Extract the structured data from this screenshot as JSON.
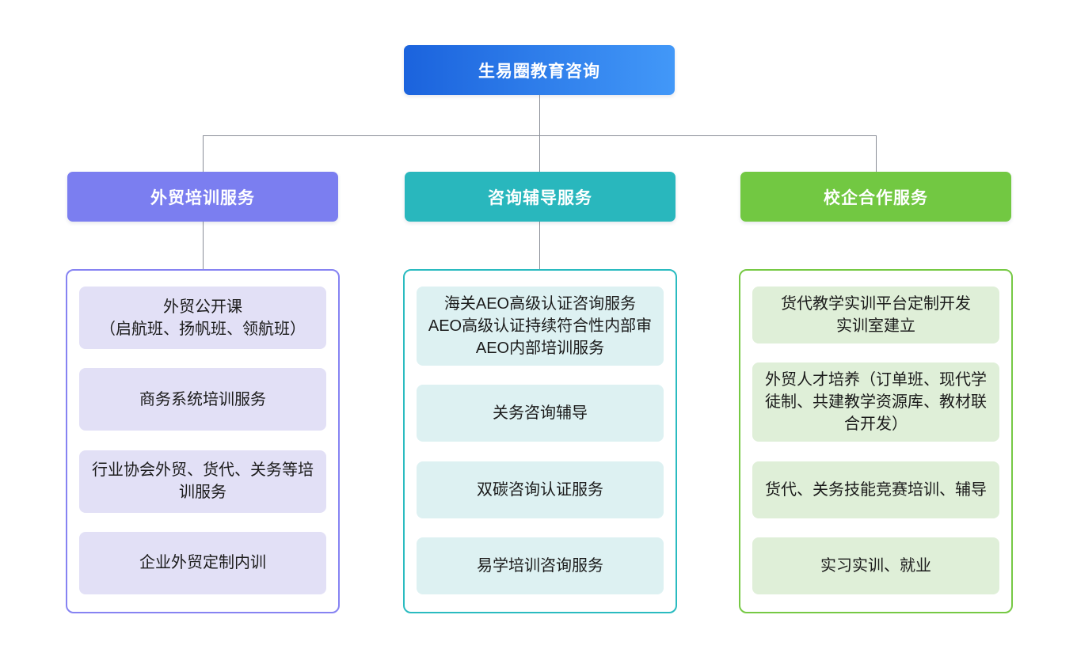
{
  "page": {
    "background": "#ffffff",
    "connector_color": "#8a8e98"
  },
  "root": {
    "label": "生易圈教育咨询",
    "gradient_from": "#1b63dd",
    "gradient_to": "#4298f8",
    "text_color": "#ffffff"
  },
  "branches": [
    {
      "label": "外贸培训服务",
      "header_color": "#7b7ef0",
      "border_color": "#8683f2",
      "item_bg": "#e2e0f6",
      "items": [
        "外贸公开课\n（启航班、扬帆班、领航班）",
        "商务系统培训服务",
        "行业协会外贸、货代、关务等培训服务",
        "企业外贸定制内训"
      ]
    },
    {
      "label": "咨询辅导服务",
      "header_color": "#29b7bd",
      "border_color": "#2abbc0",
      "item_bg": "#ddf1f2",
      "items": [
        "海关AEO高级认证咨询服务\nAEO高级认证持续符合性内部审\nAEO内部培训服务",
        "关务咨询辅导",
        "双碳咨询认证服务",
        "易学培训咨询服务"
      ]
    },
    {
      "label": "校企合作服务",
      "header_color": "#72c842",
      "border_color": "#76c944",
      "item_bg": "#dfefd8",
      "items": [
        "货代教学实训平台定制开发\n实训室建立",
        "外贸人才培养（订单班、现代学徒制、共建教学资源库、教材联合开发）",
        "货代、关务技能竞赛培训、辅导",
        "实习实训、就业"
      ]
    }
  ]
}
